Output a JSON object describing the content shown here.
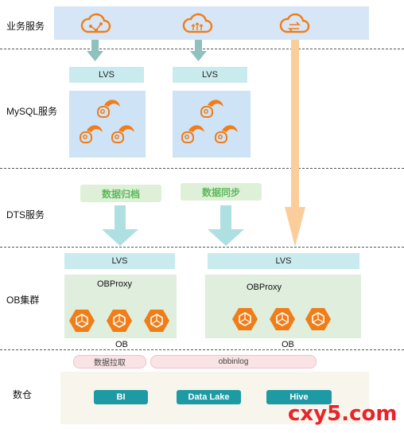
{
  "rows": {
    "business": "业务服务",
    "mysql": "MySQL服务",
    "dts": "DTS服务",
    "ob": "OB集群",
    "warehouse": "数仓"
  },
  "mysql_lvs": [
    "LVS",
    "LVS"
  ],
  "dts_tags": [
    "数据归档",
    "数据同步"
  ],
  "ob": {
    "lvs": [
      "LVS",
      "LVS"
    ],
    "proxy": [
      "OBProxy",
      "OBProxy"
    ],
    "label": [
      "OB",
      "OB"
    ]
  },
  "pipelines": {
    "pull": "数据拉取",
    "binlog": "obbinlog"
  },
  "warehouse_items": [
    "BI",
    "Data Lake",
    "Hive"
  ],
  "watermark": "cxy5.com",
  "colors": {
    "orange": "#f07d17",
    "teal": "#1e9aa5",
    "arrow_gray_teal": "#8fc2bd",
    "arrow_light_teal": "#aee0e2",
    "arrow_peach": "#fbcd9a"
  }
}
